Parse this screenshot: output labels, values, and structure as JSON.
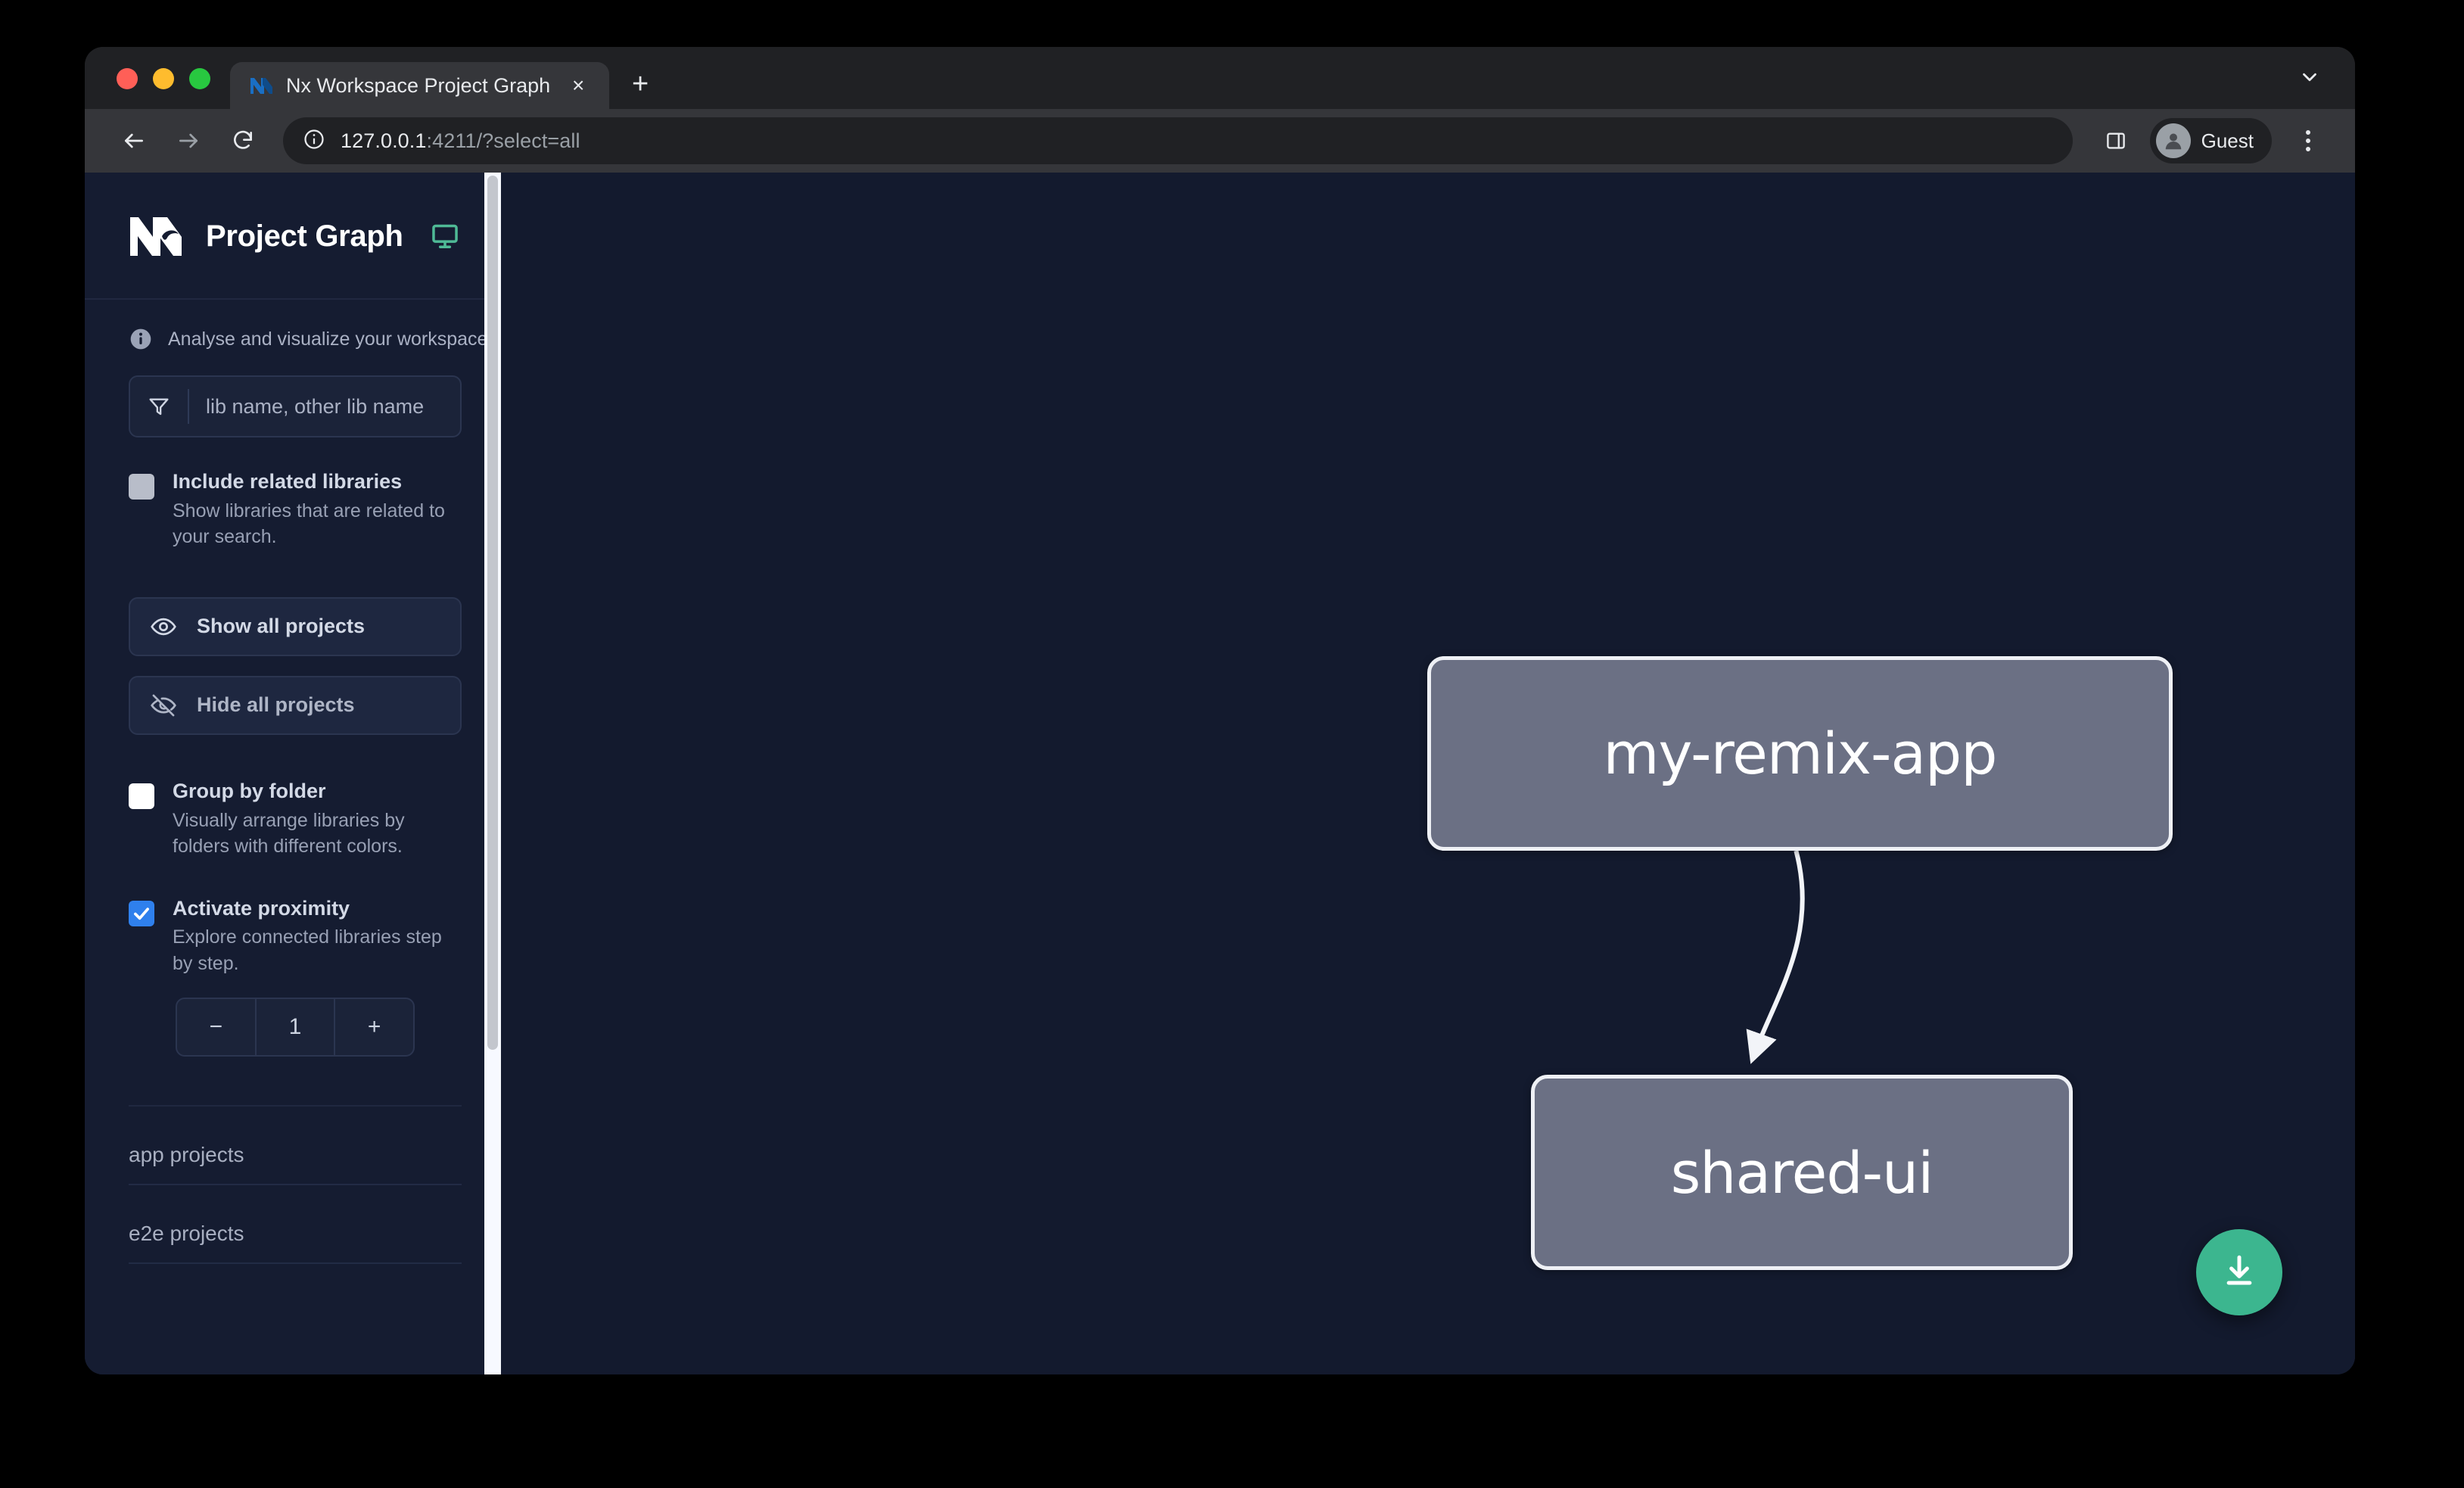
{
  "browser": {
    "tab": {
      "title": "Nx Workspace Project Graph",
      "favicon": "nx-favicon-icon",
      "close_label": "×"
    },
    "new_tab_label": "+",
    "tab_list_icon": "chevron-down-icon",
    "nav": {
      "back_icon": "back-arrow-icon",
      "forward_icon": "forward-arrow-icon",
      "reload_icon": "reload-icon"
    },
    "omnibox": {
      "site_info_icon": "info-circle-icon",
      "url_host": "127.0.0.1",
      "url_rest": ":4211/?select=all"
    },
    "side_panel_icon": "side-panel-icon",
    "profile": {
      "name": "Guest",
      "avatar_icon": "person-avatar-icon"
    },
    "menu_icon": "kebab-menu-icon"
  },
  "sidebar": {
    "logo_icon": "nx-logo-icon",
    "title": "Project Graph",
    "monitor_icon": "desktop-monitor-icon",
    "note_icon": "info-icon",
    "note": "Analyse and visualize your workspace.",
    "filter": {
      "icon": "funnel-icon",
      "placeholder": "lib name, other lib name",
      "value": ""
    },
    "options": [
      {
        "id": "include-related-libraries",
        "label": "Include related libraries",
        "description": "Show libraries that are related to your search.",
        "checked": false,
        "style": "grey"
      },
      {
        "id": "group-by-folder",
        "label": "Group by folder",
        "description": "Visually arrange libraries by folders with different colors.",
        "checked": false,
        "style": "white"
      },
      {
        "id": "activate-proximity",
        "label": "Activate proximity",
        "description": "Explore connected libraries step by step.",
        "checked": true,
        "style": "blue"
      }
    ],
    "buttons": [
      {
        "id": "show-all-projects",
        "label": "Show all projects",
        "icon": "eye-icon"
      },
      {
        "id": "hide-all-projects",
        "label": "Hide all projects",
        "icon": "eye-off-icon"
      }
    ],
    "stepper": {
      "decrement_label": "−",
      "value": "1",
      "increment_label": "+"
    },
    "sections": [
      {
        "id": "app-projects",
        "label": "app projects"
      },
      {
        "id": "e2e-projects",
        "label": "e2e projects"
      }
    ]
  },
  "graph": {
    "nodes": [
      {
        "id": "my-remix-app",
        "label": "my-remix-app"
      },
      {
        "id": "shared-ui",
        "label": "shared-ui"
      }
    ],
    "edges": [
      {
        "from": "my-remix-app",
        "to": "shared-ui"
      }
    ],
    "download_button": {
      "icon": "download-icon",
      "color": "#3cb68f"
    }
  },
  "colors": {
    "canvas_bg": "#131a2e",
    "sidebar_bg": "#151c31",
    "node_fill": "#6b7084",
    "node_border": "#eef0f5",
    "accent_green": "#3cb68f",
    "checkbox_blue": "#2f80ed"
  }
}
